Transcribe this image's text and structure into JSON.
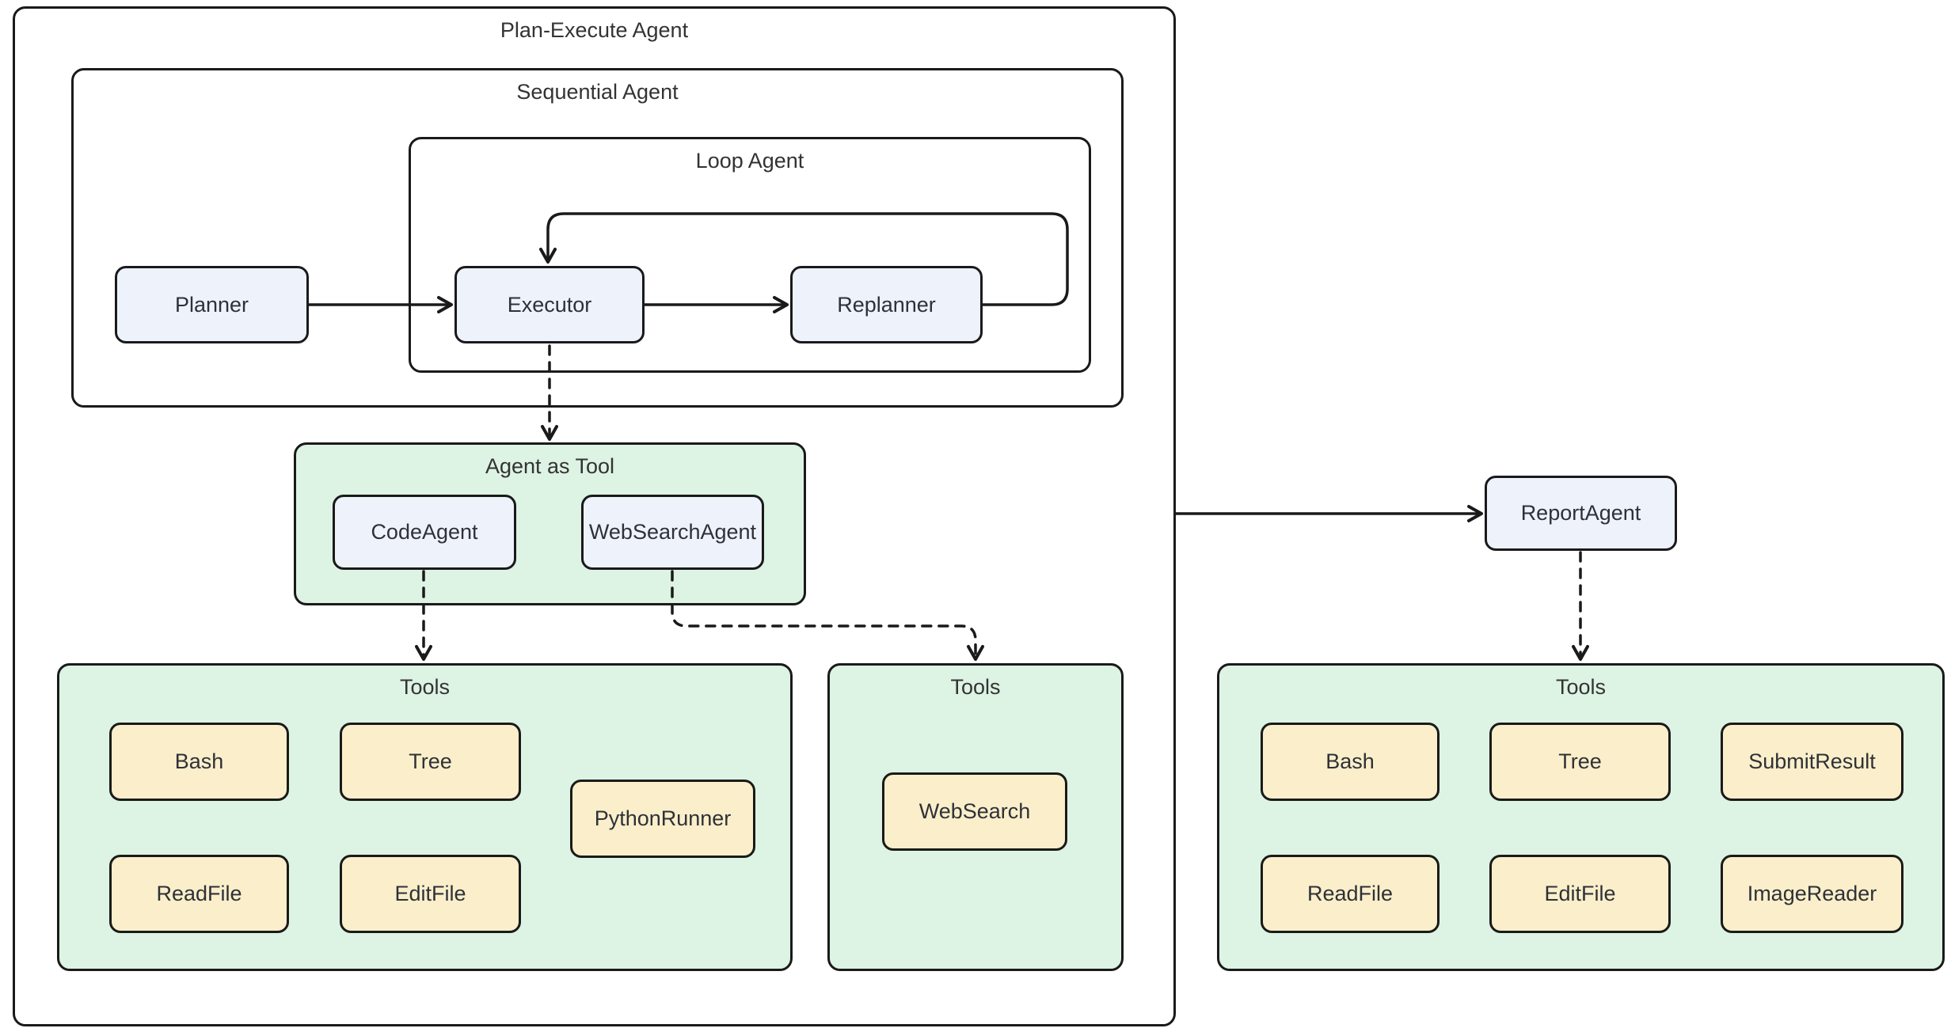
{
  "diagram_title": "Plan-Execute Agent",
  "colors": {
    "group_fill": "#ddf3e4",
    "agent_fill": "#eef2fb",
    "tool_fill": "#faefca",
    "border": "#1a1a1a",
    "text": "#333333",
    "background": "#ffffff"
  },
  "containers": {
    "plan_execute": {
      "label": "Plan-Execute Agent"
    },
    "sequential": {
      "label": "Sequential Agent"
    },
    "loop": {
      "label": "Loop Agent"
    },
    "agent_as_tool": {
      "label": "Agent as Tool"
    },
    "tools_left": {
      "label": "Tools"
    },
    "tools_middle": {
      "label": "Tools"
    },
    "tools_right": {
      "label": "Tools"
    }
  },
  "nodes": {
    "planner": {
      "label": "Planner",
      "type": "agent"
    },
    "executor": {
      "label": "Executor",
      "type": "agent"
    },
    "replanner": {
      "label": "Replanner",
      "type": "agent"
    },
    "code_agent": {
      "label": "CodeAgent",
      "type": "agent"
    },
    "websearch_agent": {
      "label": "WebSearchAgent",
      "type": "agent"
    },
    "report_agent": {
      "label": "ReportAgent",
      "type": "agent"
    },
    "bash_left": {
      "label": "Bash",
      "type": "tool"
    },
    "tree_left": {
      "label": "Tree",
      "type": "tool"
    },
    "pythonrunner": {
      "label": "PythonRunner",
      "type": "tool"
    },
    "readfile_left": {
      "label": "ReadFile",
      "type": "tool"
    },
    "editfile_left": {
      "label": "EditFile",
      "type": "tool"
    },
    "websearch": {
      "label": "WebSearch",
      "type": "tool"
    },
    "bash_right": {
      "label": "Bash",
      "type": "tool"
    },
    "tree_right": {
      "label": "Tree",
      "type": "tool"
    },
    "submitresult": {
      "label": "SubmitResult",
      "type": "tool"
    },
    "readfile_right": {
      "label": "ReadFile",
      "type": "tool"
    },
    "editfile_right": {
      "label": "EditFile",
      "type": "tool"
    },
    "imagereader": {
      "label": "ImageReader",
      "type": "tool"
    }
  },
  "edges": [
    {
      "from": "Planner",
      "to": "Executor",
      "style": "solid"
    },
    {
      "from": "Executor",
      "to": "Replanner",
      "style": "solid"
    },
    {
      "from": "Replanner",
      "to": "Executor",
      "style": "solid",
      "kind": "loop-back"
    },
    {
      "from": "Executor",
      "to": "Agent as Tool",
      "style": "dashed"
    },
    {
      "from": "CodeAgent",
      "to": "Tools (left)",
      "style": "dashed"
    },
    {
      "from": "WebSearchAgent",
      "to": "Tools (middle)",
      "style": "dashed"
    },
    {
      "from": "Plan-Execute Agent",
      "to": "ReportAgent",
      "style": "solid"
    },
    {
      "from": "ReportAgent",
      "to": "Tools (right)",
      "style": "dashed"
    }
  ]
}
